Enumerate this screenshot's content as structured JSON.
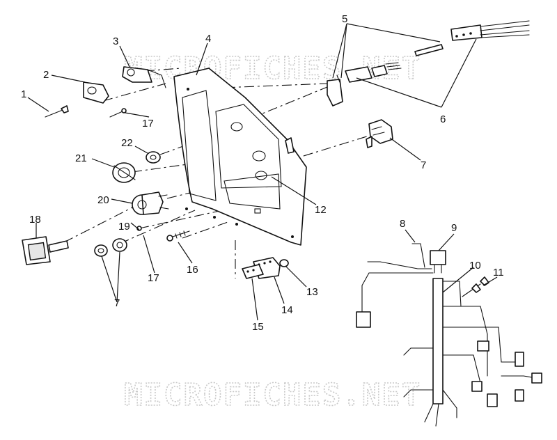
{
  "diagram": {
    "watermark_text": "MICROFICHES.NET",
    "callouts": [
      {
        "id": "c1",
        "text": "1"
      },
      {
        "id": "c2",
        "text": "2"
      },
      {
        "id": "c3",
        "text": "3"
      },
      {
        "id": "c4",
        "text": "4"
      },
      {
        "id": "c5",
        "text": "5"
      },
      {
        "id": "c6",
        "text": "6"
      },
      {
        "id": "c7a",
        "text": "7"
      },
      {
        "id": "c7b",
        "text": "7"
      },
      {
        "id": "c8",
        "text": "8"
      },
      {
        "id": "c9",
        "text": "9"
      },
      {
        "id": "c10",
        "text": "10"
      },
      {
        "id": "c11",
        "text": "11"
      },
      {
        "id": "c12",
        "text": "12"
      },
      {
        "id": "c13",
        "text": "13"
      },
      {
        "id": "c14",
        "text": "14"
      },
      {
        "id": "c15",
        "text": "15"
      },
      {
        "id": "c16",
        "text": "16"
      },
      {
        "id": "c17a",
        "text": "17"
      },
      {
        "id": "c17b",
        "text": "17"
      },
      {
        "id": "c18",
        "text": "18"
      },
      {
        "id": "c19",
        "text": "19"
      },
      {
        "id": "c20",
        "text": "20"
      },
      {
        "id": "c21",
        "text": "21"
      },
      {
        "id": "c22",
        "text": "22"
      }
    ]
  }
}
